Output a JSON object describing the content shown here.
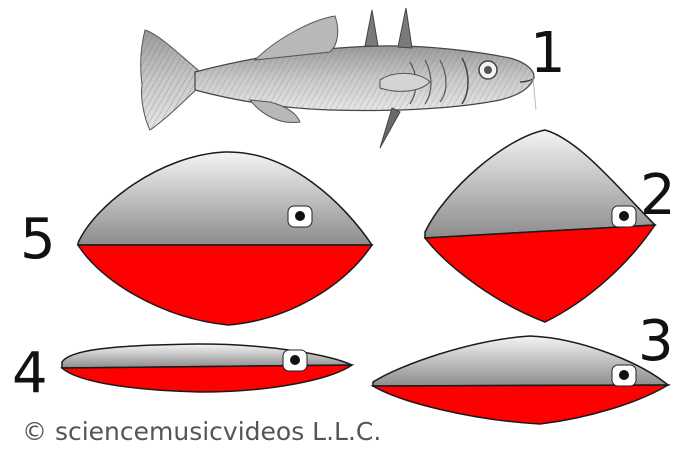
{
  "labels": {
    "model_1": "1",
    "model_2": "2",
    "model_3": "3",
    "model_4": "4",
    "model_5": "5"
  },
  "credit": "© sciencemusicvideos L.L.C.",
  "colors": {
    "body_gray_top": "#f4f4f4",
    "body_gray_bottom": "#8c8c8c",
    "belly_red": "#ff0000",
    "outline": "#1a1a1a"
  },
  "icons": {
    "stickleback": "stickleback-fish-illustration",
    "eye": "fish-eye-icon"
  }
}
